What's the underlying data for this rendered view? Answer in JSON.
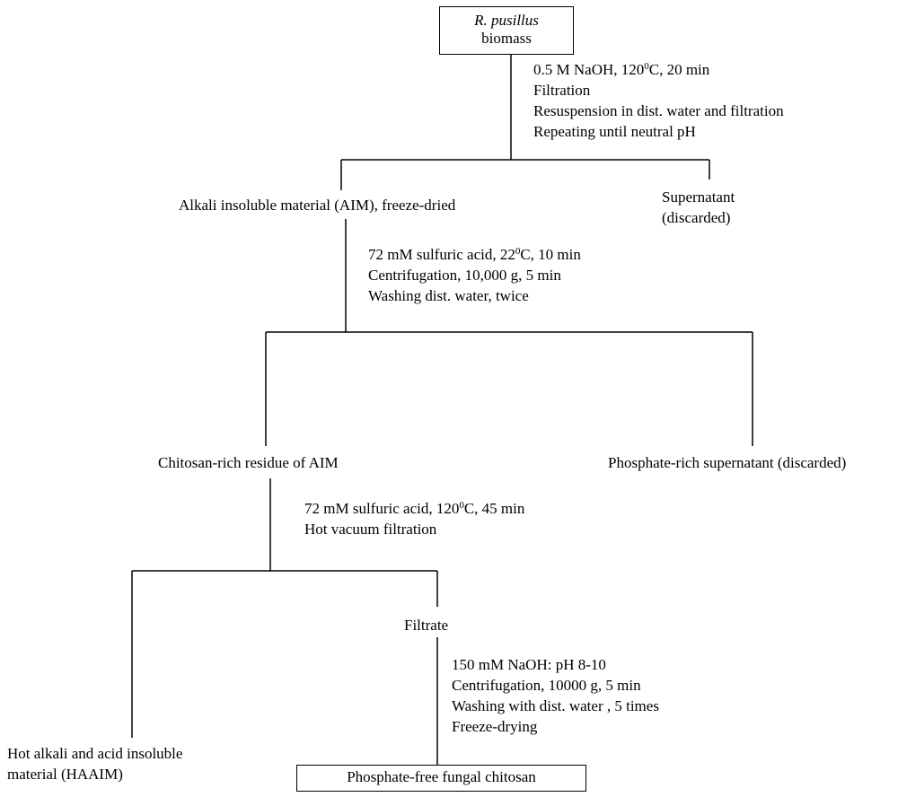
{
  "start": {
    "species": "R. pusillus",
    "label": "biomass"
  },
  "step1": {
    "s1_pre": "0.5 M NaOH, 120",
    "s1_sup": "0",
    "s1_post": "C, 20 min",
    "s2": "Filtration",
    "s3": "Resuspension in dist. water and filtration",
    "s4": "Repeating until neutral pH"
  },
  "aim": "Alkali insoluble material (AIM), freeze-dried",
  "supernatant": {
    "line1": "Supernatant",
    "line2": "(discarded)"
  },
  "step2": {
    "s1_pre": "72 mM sulfuric acid, 22",
    "s1_sup": "0",
    "s1_post": "C, 10 min",
    "s2": "Centrifugation, 10,000  g, 5 min",
    "s3": "Washing dist. water, twice"
  },
  "chitosan_residue": "Chitosan-rich residue of AIM",
  "phosphate_supernatant": "Phosphate-rich supernatant (discarded)",
  "step3": {
    "s1_pre": "72 mM sulfuric acid, 120",
    "s1_sup": "0",
    "s1_post": "C, 45 min",
    "s2": "Hot vacuum filtration"
  },
  "filtrate": "Filtrate",
  "step4": {
    "s1": "150 mM  NaOH: pH 8-10",
    "s2": "Centrifugation, 10000  g, 5 min",
    "s3": "Washing with dist. water , 5 times",
    "s4": "Freeze-drying"
  },
  "haaim": {
    "line1": "Hot  alkali and acid insoluble",
    "line2": "material (HAAIM)"
  },
  "final": "Phosphate-free fungal chitosan"
}
